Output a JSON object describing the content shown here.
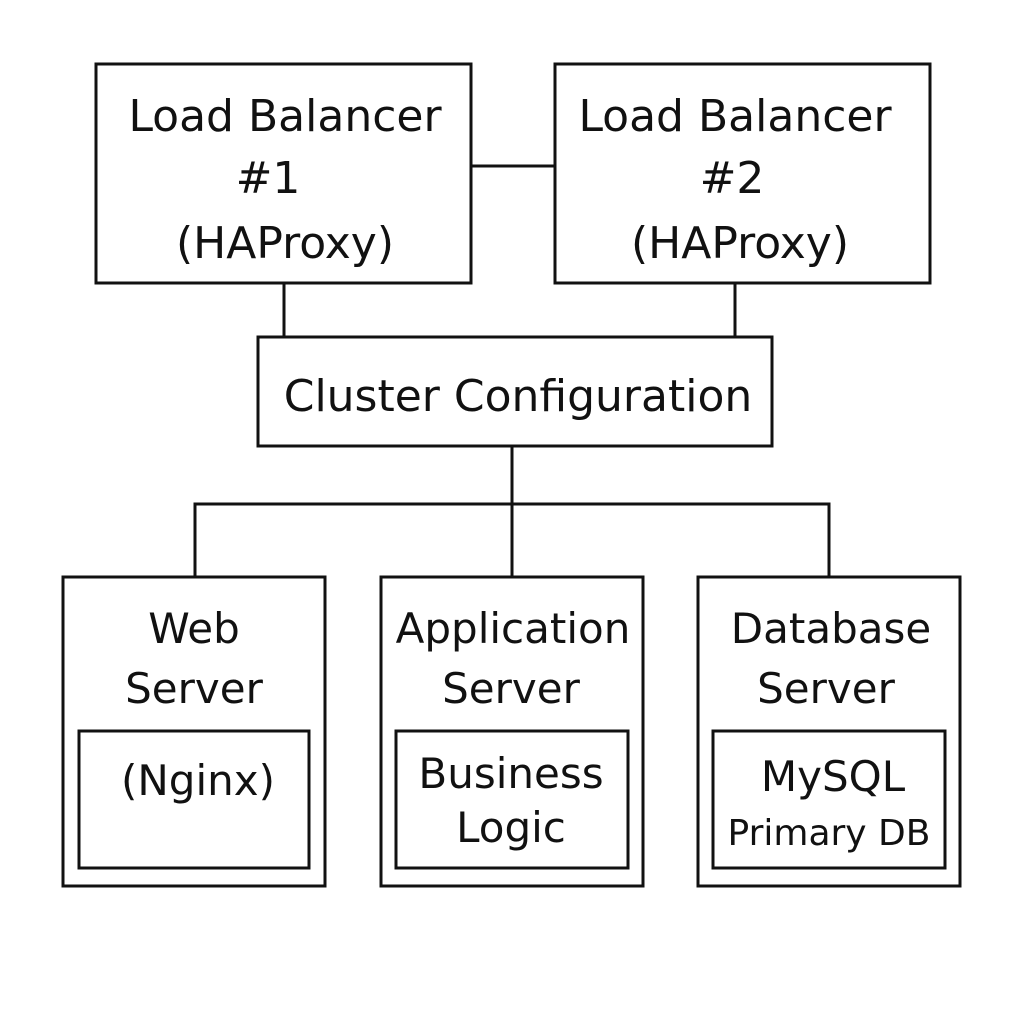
{
  "nodes": {
    "lb1": {
      "line1": "Load Balancer",
      "line2": "#1",
      "line3": "(HAProxy)"
    },
    "lb2": {
      "line1": "Load Balancer",
      "line2": "#2",
      "line3": "(HAProxy)"
    },
    "cluster": {
      "label": "Cluster Configuration"
    },
    "web": {
      "line1": "Web",
      "line2": "Server",
      "inner": "(Nginx)"
    },
    "app": {
      "line1": "Application",
      "line2": "Server",
      "inner1": "Business",
      "inner2": "Logic"
    },
    "db": {
      "line1": "Database",
      "line2": "Server",
      "inner1": "MySQL",
      "inner2": "Primary DB"
    }
  },
  "colors": {
    "stroke": "#111111",
    "background": "#ffffff"
  }
}
